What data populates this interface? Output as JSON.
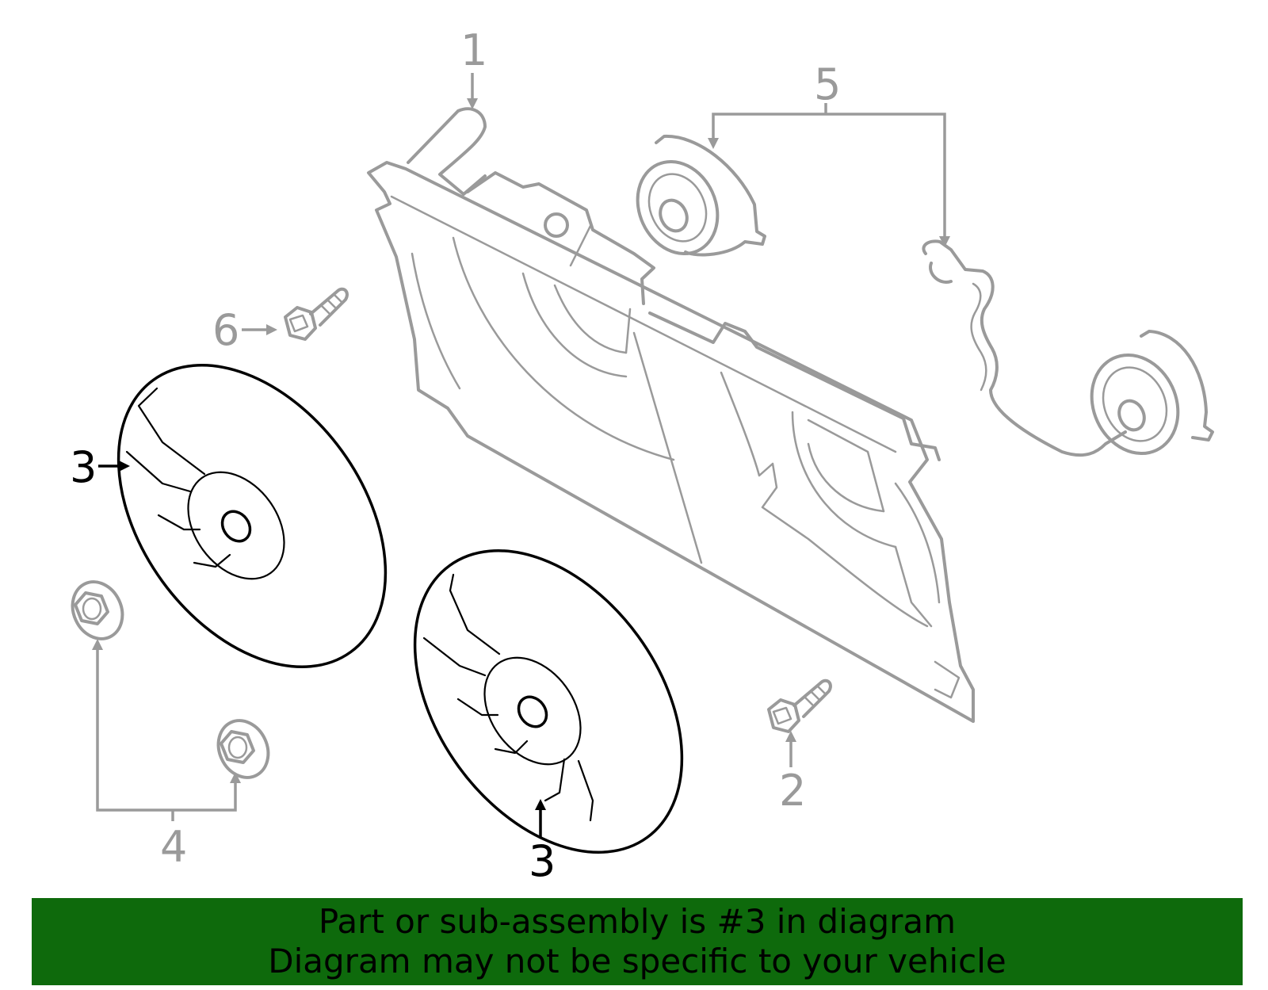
{
  "callouts": {
    "c1": "1",
    "c2": "2",
    "c3a": "3",
    "c3b": "3",
    "c4": "4",
    "c5": "5",
    "c6": "6"
  },
  "banner": {
    "line1": "Part or sub-assembly is #3 in diagram",
    "line2": "Diagram may not be specific to your vehicle"
  },
  "colors": {
    "banner_bg": "#0e6a0c",
    "part_line": "#9a9a9a",
    "highlight_line": "#000000"
  }
}
